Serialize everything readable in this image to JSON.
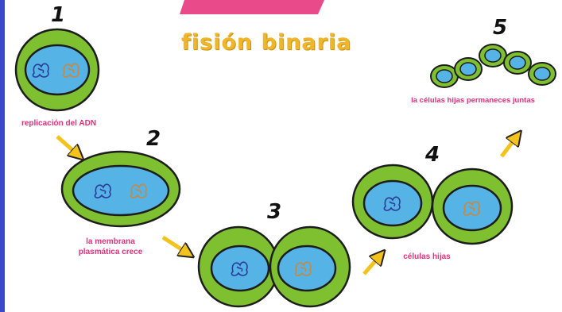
{
  "title": "fisión binaria",
  "colors": {
    "title": "#f0b62a",
    "label": "#e0307a",
    "banner": "#e84a8a",
    "cell_outer": "#7fc031",
    "cell_inner": "#56b3e6",
    "arrow": "#f3c31c",
    "left_bar": "#3b48c8"
  },
  "steps": [
    {
      "number": "1",
      "label": "replicación del ADN"
    },
    {
      "number": "2",
      "label_line1": "la membrana",
      "label_line2": "plasmática crece"
    },
    {
      "number": "3"
    },
    {
      "number": "4",
      "label": "células hijas"
    },
    {
      "number": "5",
      "label": "la células hijas permaneces juntas"
    }
  ],
  "icons": [
    "dna-blue-icon",
    "dna-orange-icon",
    "arrow-icon"
  ]
}
